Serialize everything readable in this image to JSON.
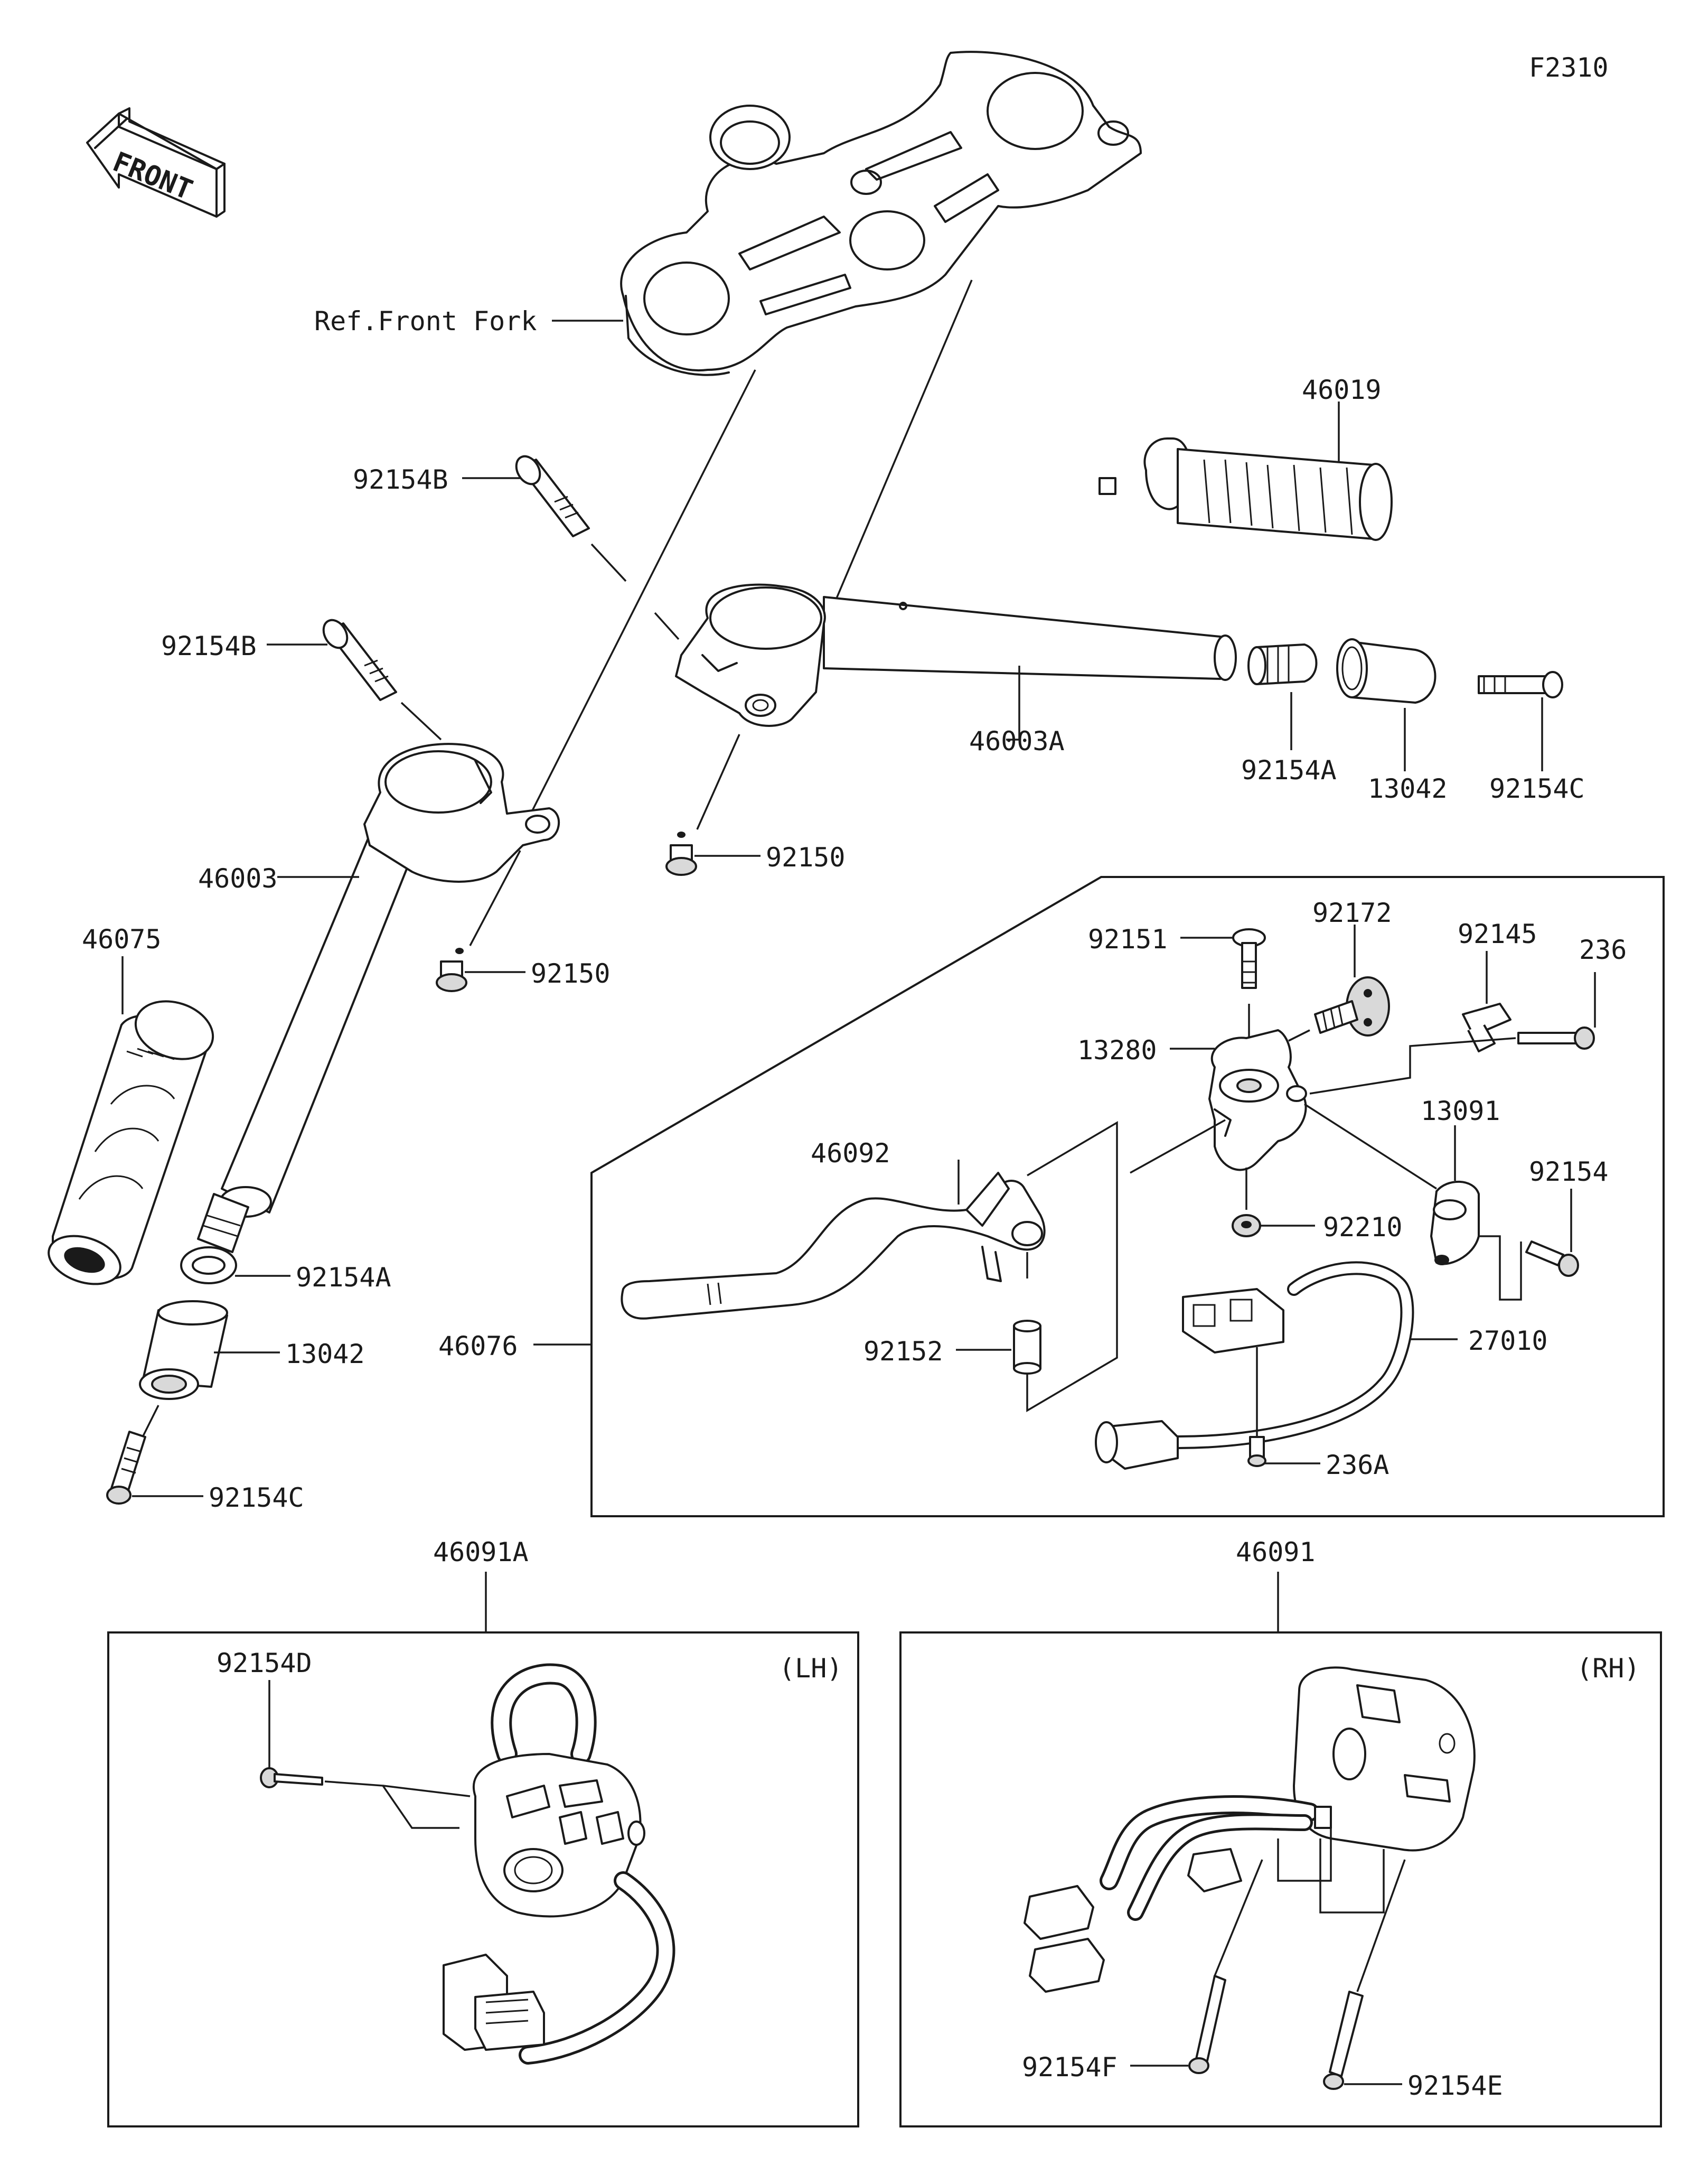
{
  "diagram_code": "F2310",
  "front_arrow_label": "FRONT",
  "ref_label": "Ref.Front Fork",
  "parts": {
    "p46019": "46019",
    "p92154B_1": "92154B",
    "p92154B_2": "92154B",
    "p46003A": "46003A",
    "p92154A_r": "92154A",
    "p13042_r": "13042",
    "p92154C_r": "92154C",
    "p92150_1": "92150",
    "p46003": "46003",
    "p46075": "46075",
    "p92150_2": "92150",
    "p92154A_l": "92154A",
    "p13042_l": "13042",
    "p92154C_l": "92154C",
    "p92151": "92151",
    "p92172": "92172",
    "p92145": "92145",
    "p236": "236",
    "p13280": "13280",
    "p13091": "13091",
    "p92154": "92154",
    "p46092": "46092",
    "p92210": "92210",
    "p46076": "46076",
    "p92152": "92152",
    "p27010": "27010",
    "p236A": "236A",
    "p46091A": "46091A",
    "p46091": "46091",
    "p92154D": "92154D",
    "p92154F": "92154F",
    "p92154E": "92154E"
  },
  "side_labels": {
    "lh": "(LH)",
    "rh": "(RH)"
  }
}
